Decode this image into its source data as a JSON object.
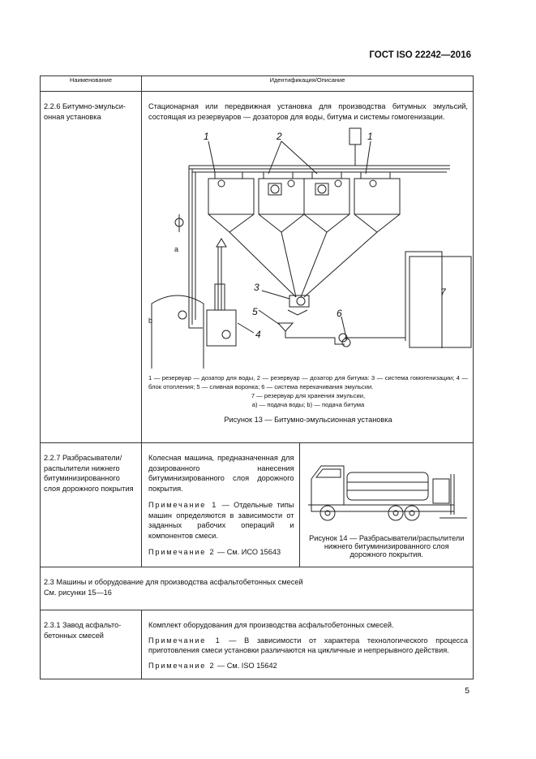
{
  "header": {
    "standard": "ГОСТ ISO 22242—2016"
  },
  "table": {
    "col_name": "Наименование",
    "col_desc": "Идентификация/Описание"
  },
  "row_226": {
    "name": "2.2.6 Битумно-эмульси-онная установка",
    "text": "Стационарная или передвижная установка для производства битумных эмульсий, состоящая из резервуаров — дозаторов для воды, битума и системы гомогенизации.",
    "fig_labels": {
      "l1a": "1",
      "l2": "2",
      "l1b": "1",
      "l3": "3",
      "l5": "5",
      "l6": "6",
      "l4": "4",
      "l7": "7",
      "la": "a",
      "lb": "b"
    },
    "legend_1": "1 — резервуар — дозатор для воды, 2 — резервуар — дозатор для битума: 3 — система гомогенизации; 4 — блок отопления; 5 — сливная воронка; 6 — система перекачивания эмульсии.",
    "legend_2": "7 — резервуар для хранения эмульсии,",
    "legend_3": "a) — подача воды; b) — подача битума",
    "caption": "Рисунок 13 — Битумно-эмульсионная установка"
  },
  "row_227": {
    "name": "2.2.7 Разбрасыватели/ распылители нижнего битуминизированного слоя дорожного покрытия",
    "text": "Колесная машина, предназначенная для дозированного нанесения битуминизированного слоя дорожного покрытия.",
    "note1_label": "Примечание 1",
    "note1_text": "— Отдельные типы машин определяются в зависимости от заданных рабочих операций и компонентов смеси.",
    "note2_label": "Примечание 2",
    "note2_text": "— См. ИСО 15643",
    "caption": "Рисунок 14 — Разбрасыватели/распылители нижнего битуминизированного слоя дорожного покрытия."
  },
  "row_23": {
    "title": "2.3 Машины и оборудование для производства асфальтобетонных смесей",
    "see": "См. рисунки 15—16"
  },
  "row_231": {
    "name": "2.3.1 Завод асфальто-бетонных смесей",
    "text": "Комплект оборудования для производства асфальтобетонных смесей.",
    "note1_label": "Примечание 1",
    "note1_text": "— В зависимости от характера технологического процесса приготовления смеси установки различаются на цикличные и непрерывного действия.",
    "note2_label": "Примечание 2",
    "note2_text": "— См. ISO 15642"
  },
  "page": {
    "number": "5"
  }
}
